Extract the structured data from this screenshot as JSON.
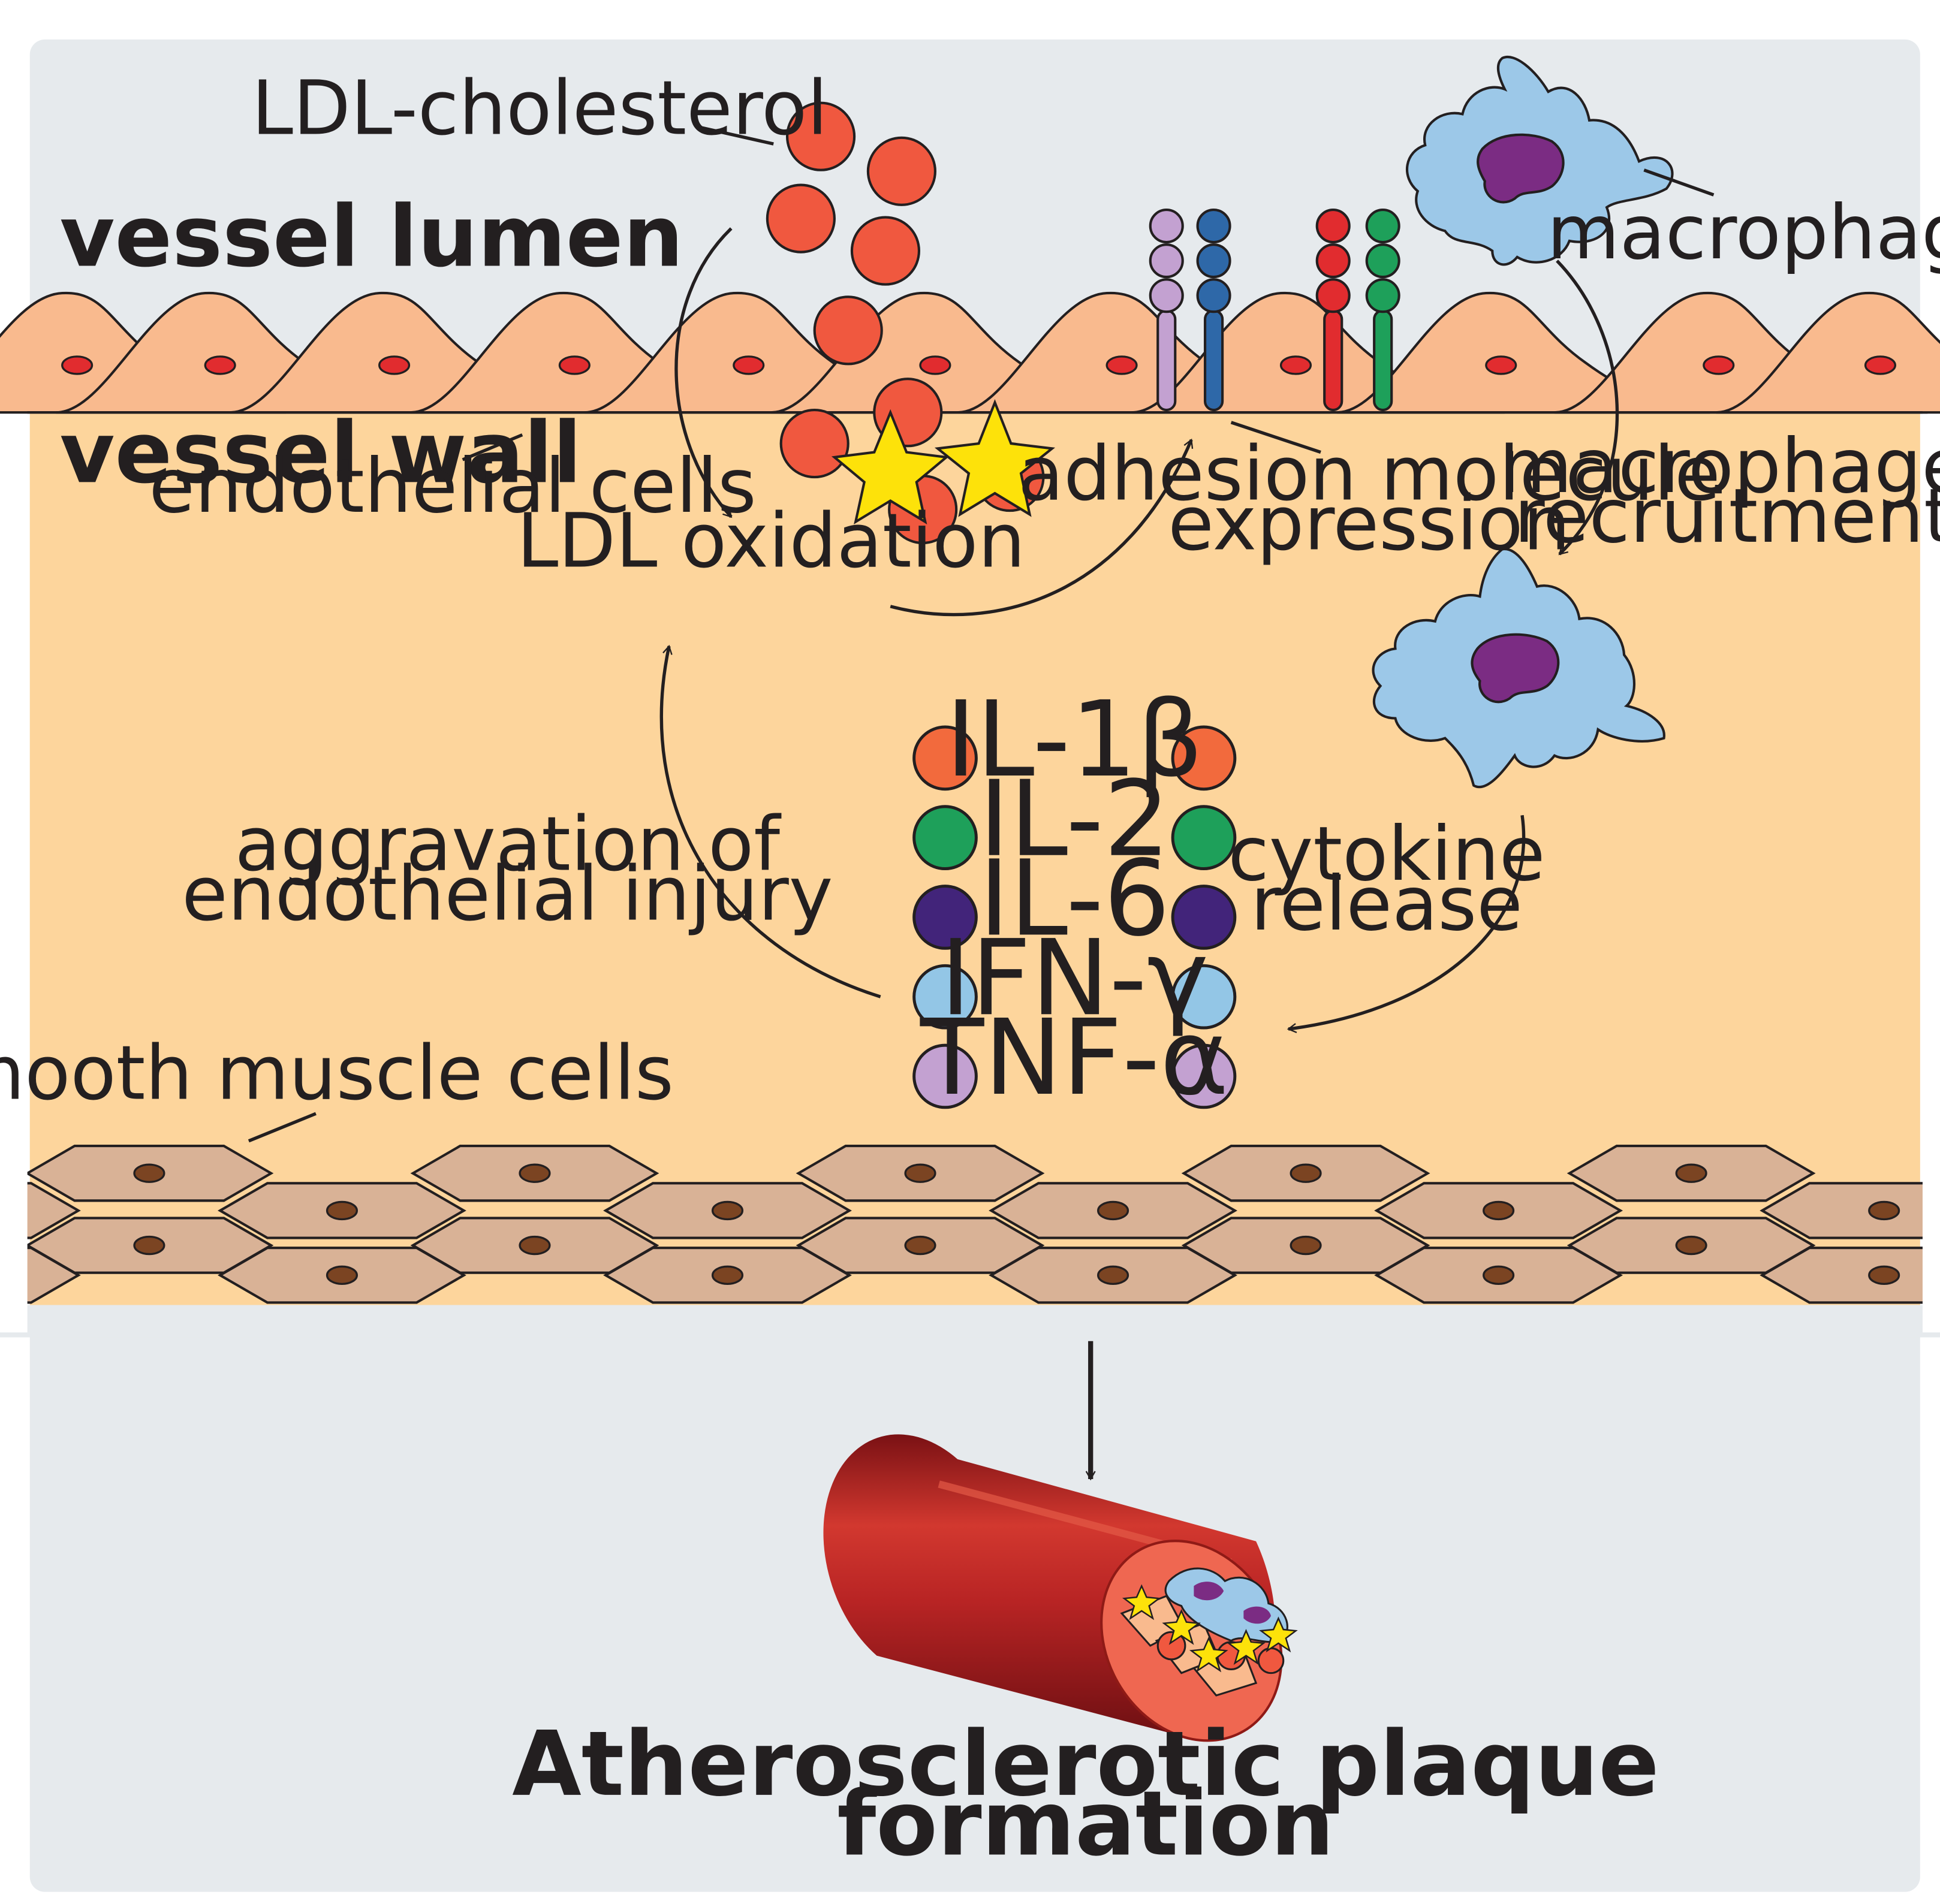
{
  "labels": {
    "ldl_cholesterol": "LDL-cholesterol",
    "vessel_lumen": "vessel lumen",
    "vessel_wall": "vessel wall",
    "endothelial_cells": "endothelial cells",
    "ldl_oxidation": "LDL oxidation",
    "adhesion_line1": "adhesion molecule",
    "adhesion_line2": "expression",
    "macrophage": "macrophage",
    "recruitment_line1": "macrophage",
    "recruitment_line2": "recruitment",
    "aggravation_line1": "aggravation of",
    "aggravation_line2": "endothelial injury",
    "cytokine_line1": "cytokine",
    "cytokine_line2": "release",
    "smooth_muscle": "smooth muscle cells",
    "plaque_line1": "Atherosclerotic plaque",
    "plaque_line2": "formation"
  },
  "cytokines": [
    {
      "name": "IL-1β",
      "color": "#f26a3d"
    },
    {
      "name": "IL-2",
      "color": "#1ea05a"
    },
    {
      "name": "IL-6",
      "color": "#42247a"
    },
    {
      "name": "IFN-γ",
      "color": "#93c6e6"
    },
    {
      "name": "TNF-α",
      "color": "#c3a1d1"
    }
  ],
  "colors": {
    "background": "#e6eaed",
    "vessel_wall": "#fdd59c",
    "endothelial": "#f9ba8e",
    "nucleus": "#e12c2f",
    "ldl": "#f0583f",
    "oxidized_star": "#fde20a",
    "macrophage": "#9cc8e8",
    "macrophage_nucleus": "#7b2c83",
    "smooth_muscle": "#d9b296",
    "sm_nucleus": "#7b4422",
    "vessel_red": "#c82a26"
  },
  "adhesion_molecule_colors": [
    "#c3a1d1",
    "#2e68a8",
    "#e12c2f",
    "#1ea05a"
  ],
  "icons": [
    "ldl-particle-icon",
    "oxidized-ldl-star-icon",
    "macrophage-icon",
    "adhesion-molecule-icon",
    "smooth-muscle-cell-icon",
    "blood-vessel-icon",
    "arrow-icon"
  ]
}
